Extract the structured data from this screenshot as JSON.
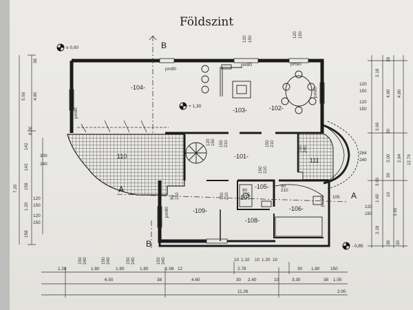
{
  "title": "Földszint",
  "levels": {
    "entry": "± 0,00",
    "raised": "+ 1,30",
    "outside": "- 0,85"
  },
  "sections": {
    "b": "B",
    "a": "A"
  },
  "rooms": {
    "r104": "-104-",
    "r103": "-103-",
    "r102": "-102-",
    "r101": "-101-",
    "r110": "110",
    "r111": "111",
    "r105": "-105-",
    "r107": "107",
    "r109": "-109-",
    "r108": "-108-",
    "r106": "-106-"
  },
  "openings": {
    "pm90_a": "pm90",
    "pm90_b": "pm90",
    "pm90_c": "pm90",
    "pm90_d": "pm90",
    "pm90_e": "pm90",
    "pm90_f": "pm90",
    "pm90_g": "pm90"
  },
  "dims_top": {
    "a": "120",
    "b": "150",
    "c": "120",
    "d": "150"
  },
  "dims_left": {
    "d1": "5.56",
    "d2": "4.80",
    "d3": "38",
    "d4": "8.00",
    "d5": "142",
    "d6": "300",
    "d7": "240",
    "d8": "142",
    "d9": "7.20",
    "d10": "158",
    "d11": "1.20",
    "d12": "120",
    "d13": "150",
    "d14": "120",
    "d15": "150",
    "d16": "158"
  },
  "dims_right": {
    "d1": "38",
    "d2": "2.18",
    "d3": "120",
    "d4": "150",
    "d5": "120",
    "d6": "150",
    "d7": "4.80",
    "d8": "4.80",
    "d9": "3.60",
    "d10": "30",
    "d11": "12.76",
    "d12": "284",
    "d13": "240",
    "d14": "3.00",
    "d15": "2.84",
    "d16": "30",
    "d17": "3.60",
    "d18": "1.60",
    "d19": "10",
    "d20": "3.60",
    "d21": "120",
    "d22": "150",
    "d23": "2.18",
    "d24": "38",
    "d25": "30",
    "d26": "105"
  },
  "dims_bottom": {
    "b1": "1.28",
    "b2": "1.80",
    "b3": "1.80",
    "b4": "1.80",
    "b5": "1.08",
    "b6": "12",
    "b7": "150",
    "b8": "240",
    "b9": "150",
    "b10": "240",
    "b11": "150",
    "b12": "240",
    "b13": "150",
    "b14": "240",
    "b15": "6.50",
    "b16": "38",
    "b17": "4.60",
    "b18": "2.78",
    "b19": "10",
    "b20": "1.10",
    "b21": "10",
    "b22": "1.20",
    "b23": "10",
    "b24": "30",
    "b25": "2.40",
    "b26": "10",
    "b27": "3.30",
    "b28": "38",
    "b29": "1.05",
    "b30": "30",
    "b31": "1.80",
    "b32": "150",
    "b33": "11.26",
    "b34": "2.00"
  },
  "dims_inner": {
    "i1": "120",
    "i2": "150",
    "i3": "150",
    "i4": "210",
    "i5": "150",
    "i6": "210",
    "i7": "150",
    "i8": "210",
    "i9": "90",
    "i10": "210",
    "i11": "90",
    "i12": "210",
    "i13": "150",
    "i14": "210",
    "i15": "90",
    "i16": "210",
    "i17": "150",
    "i18": "240"
  }
}
